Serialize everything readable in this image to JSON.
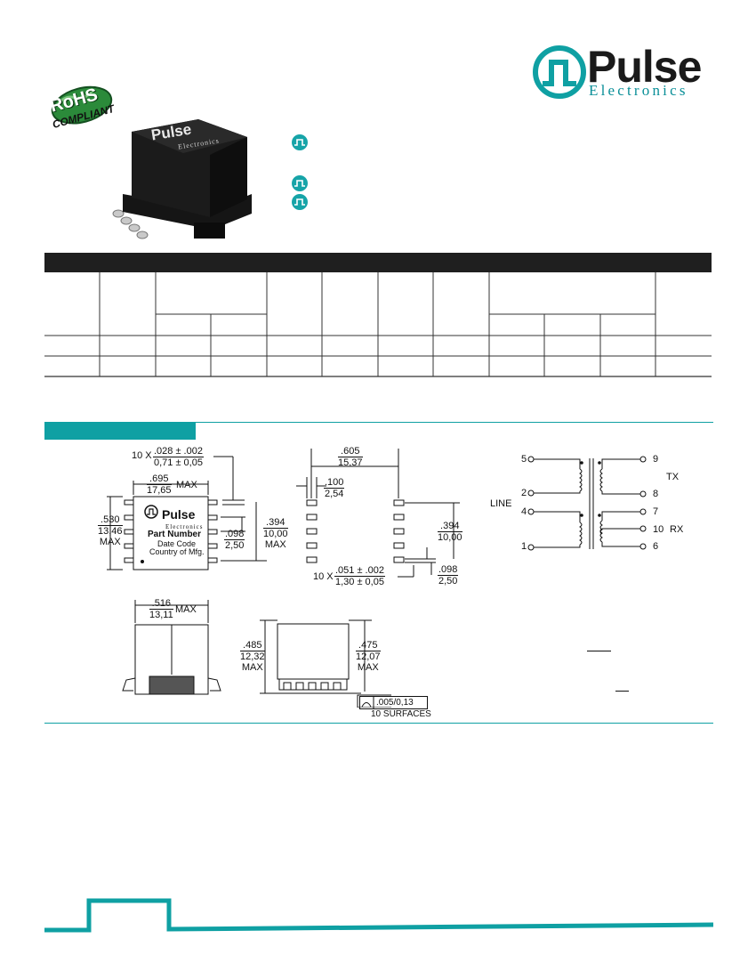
{
  "brand": {
    "name": "Pulse",
    "sub": "Electronics"
  },
  "rohs_badge": {
    "line1": "RoHS",
    "line2": "COMPLIANT"
  },
  "component_photo": {
    "brand": "Pulse",
    "sub": "Electronics"
  },
  "drawing": {
    "top_view": {
      "pin_width_count": "10 X",
      "pin_width_in": ".028 ± .002",
      "pin_width_mm": "0,71 ± 0,05",
      "length_in": ".695",
      "length_mm": "17,65",
      "length_suffix": "MAX",
      "width_in": ".530",
      "width_mm": "13,46",
      "width_suffix": "MAX",
      "row_in": ".394",
      "row_mm": "10,00",
      "row_suffix": "MAX",
      "pitch_in": ".098",
      "pitch_mm": "2,50",
      "part_brand": "Pulse",
      "part_brand_sub": "Electronics",
      "part_number": "Part Number",
      "date_code": "Date Code",
      "country": "Country of Mfg."
    },
    "footprint": {
      "span_in": ".605",
      "span_mm": "15,37",
      "pad_w_in": ".100",
      "pad_w_mm": "2,54",
      "row_in": ".394",
      "row_mm": "10,00",
      "pitch_in": ".098",
      "pitch_mm": "2,50",
      "pad_count": "10 X",
      "pad_in": ".051 ± .002",
      "pad_mm": "1,30 ± 0,05"
    },
    "end_view": {
      "width_in": ".516",
      "width_mm": "13,11",
      "suffix": "MAX"
    },
    "side_view": {
      "height_in": ".485",
      "height_mm": "12,32",
      "height_suffix": "MAX",
      "body_in": ".475",
      "body_mm": "12,07",
      "body_suffix": "MAX",
      "coplanarity": ".005/0,13",
      "surfaces": "10 SURFACES"
    },
    "schematic": {
      "pins": [
        "5",
        "2",
        "4",
        "1",
        "9",
        "8",
        "7",
        "10",
        "6"
      ],
      "line_label": "LINE",
      "tx_label": "TX",
      "rx_label": "RX"
    }
  },
  "colors": {
    "teal": "#0fa0a3",
    "dark_bar": "#1f1f1f"
  }
}
